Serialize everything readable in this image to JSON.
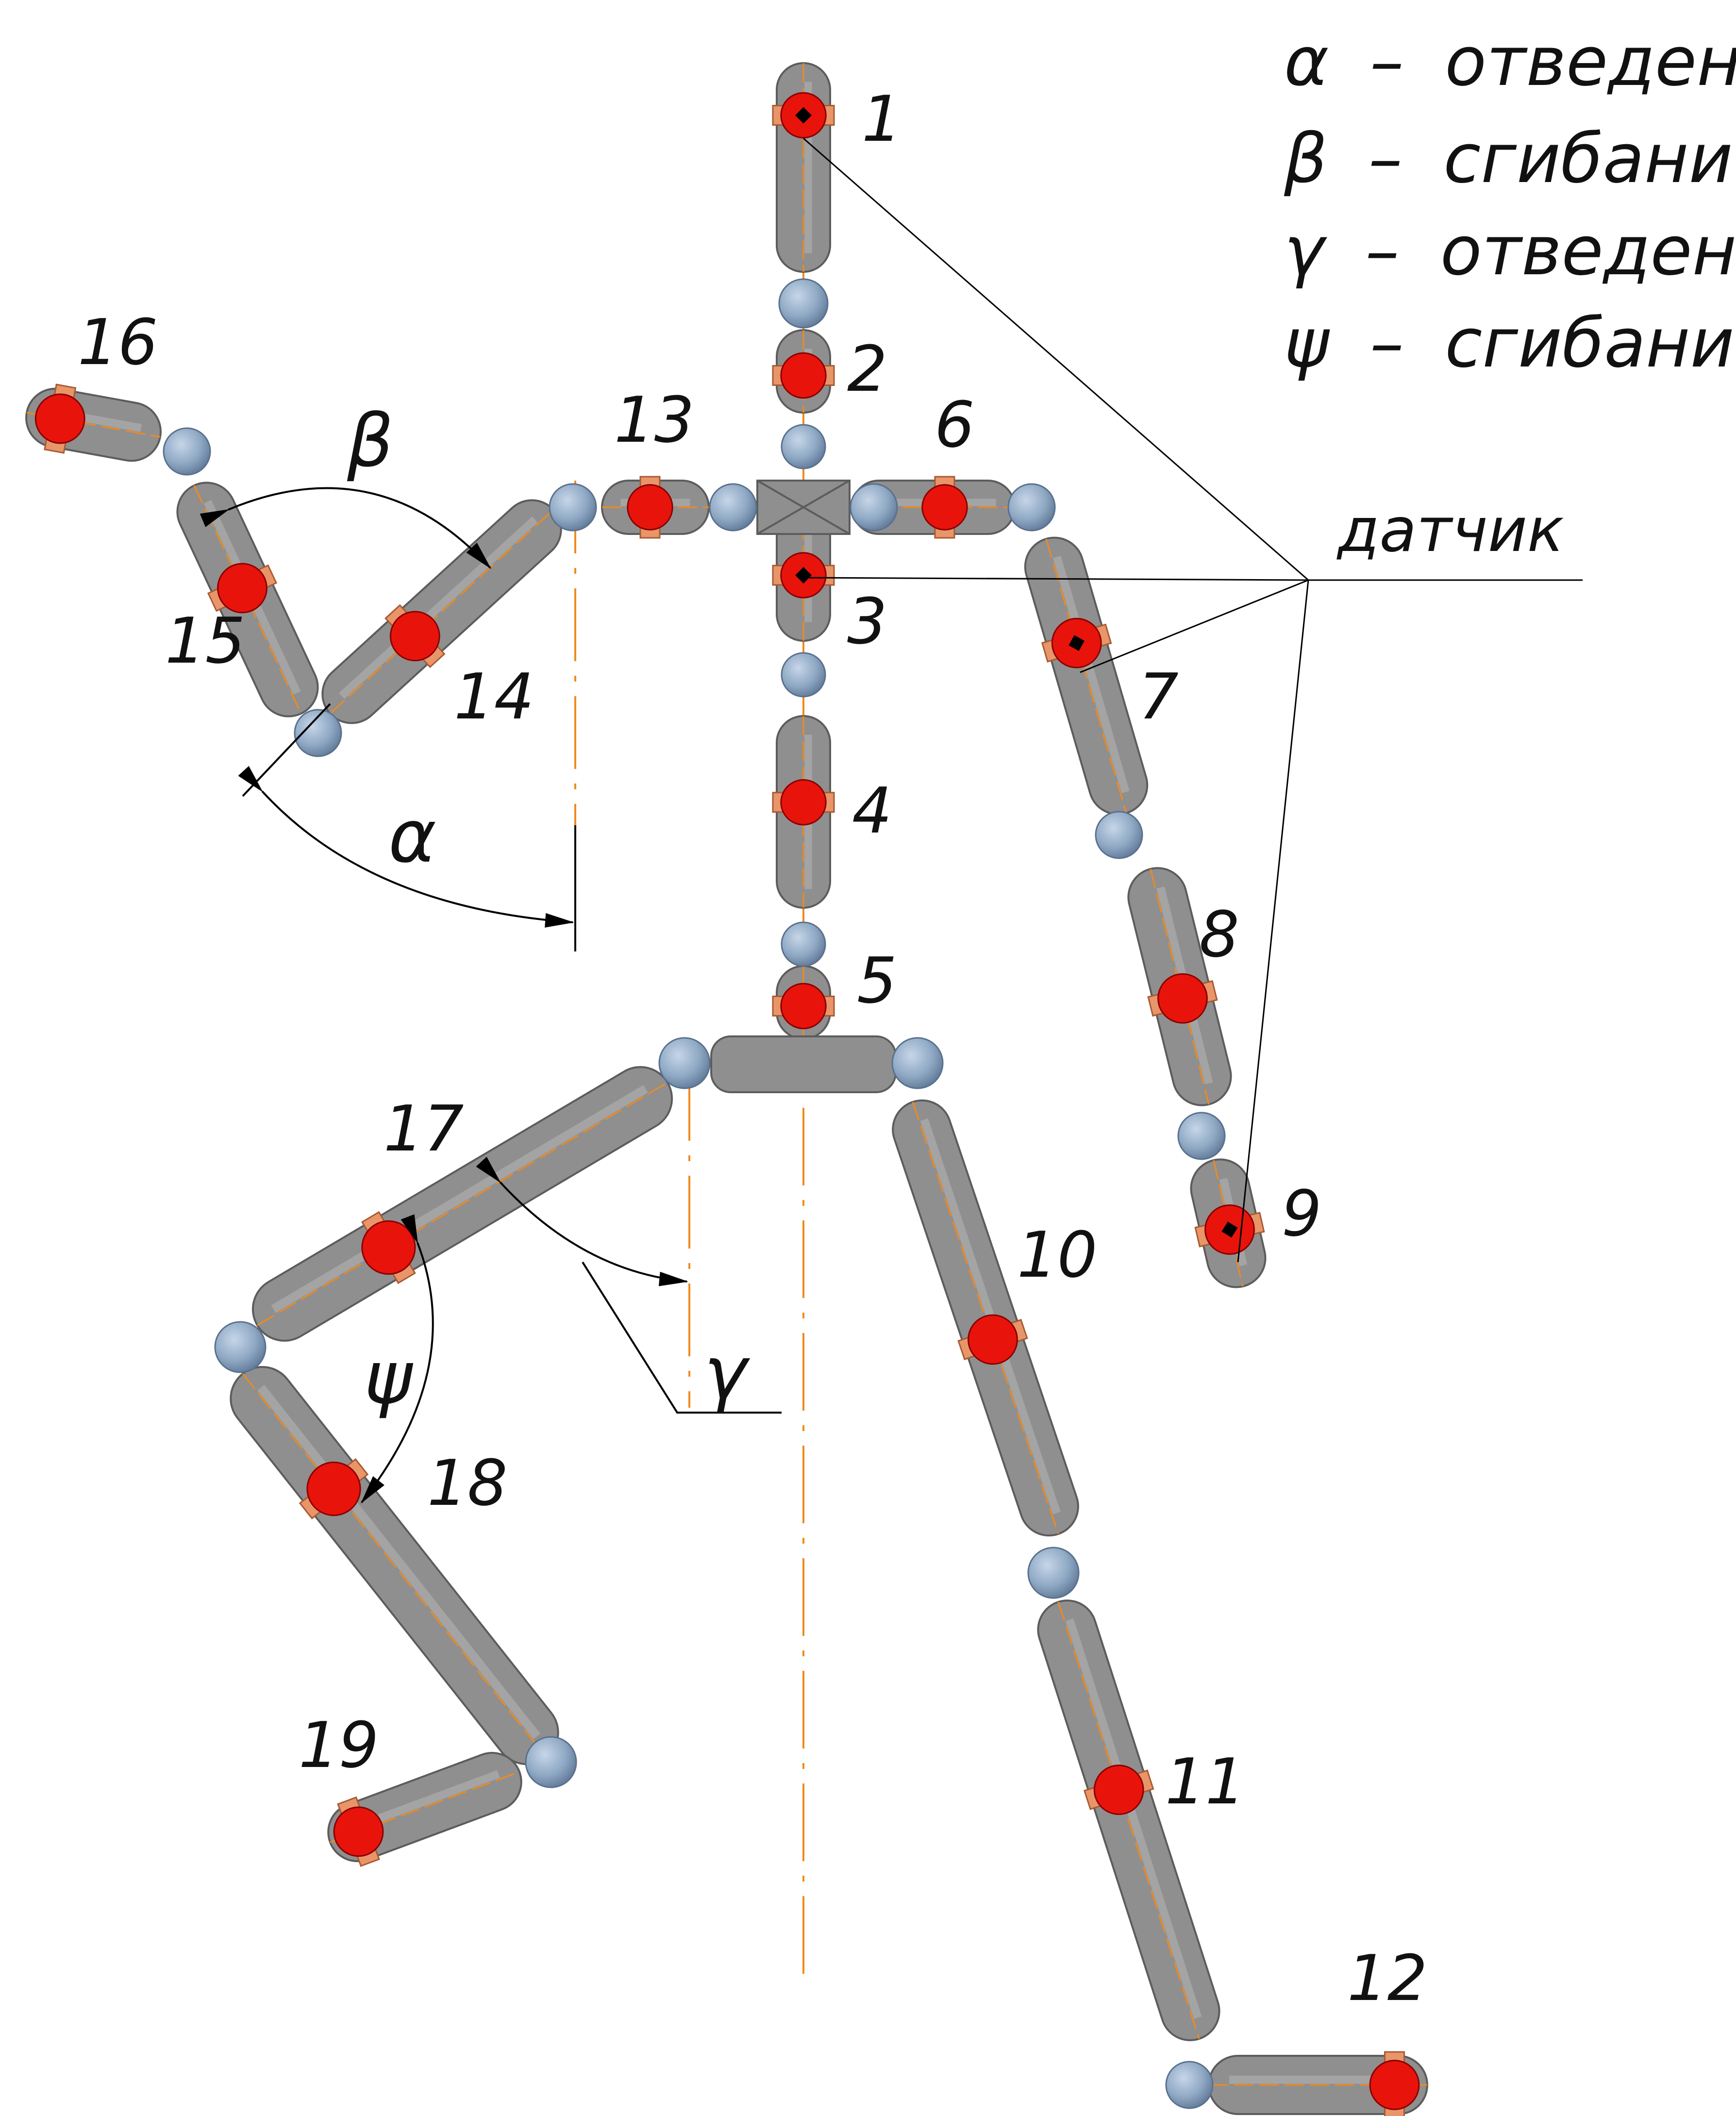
{
  "legend": [
    {
      "symbol": "α",
      "dash": "–",
      "text": "отведение"
    },
    {
      "symbol": "β",
      "dash": "–",
      "text": "сгибание"
    },
    {
      "symbol": "γ",
      "dash": "–",
      "text": "отведение"
    },
    {
      "symbol": "ψ",
      "dash": "–",
      "text": "сгибание"
    }
  ],
  "segment_labels": [
    "1",
    "2",
    "3",
    "4",
    "5",
    "6",
    "7",
    "8",
    "9",
    "10",
    "11",
    "12",
    "13",
    "14",
    "15",
    "16",
    "17",
    "18",
    "19"
  ],
  "sensor_label": "датчик",
  "angle_labels": {
    "alpha": "α",
    "beta": "β",
    "gamma": "γ",
    "psi": "ψ"
  },
  "colors": {
    "segment": "#8f8f8f",
    "segment_dark": "#5c5c5c",
    "joint": "#8fa9c6",
    "sensor": "#e8140c",
    "strap": "#e8956a",
    "axis": "#f08a1e",
    "line": "#000000"
  }
}
